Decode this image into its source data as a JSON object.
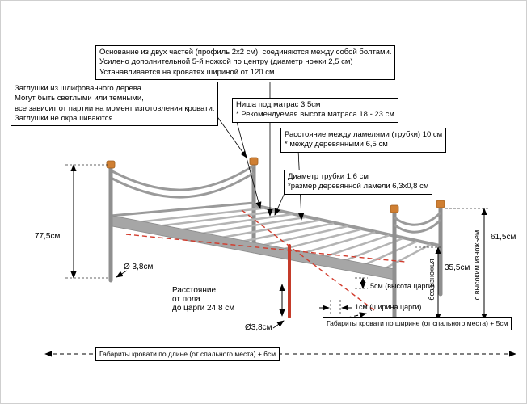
{
  "diagram": {
    "callouts": {
      "base": {
        "lines": [
          "Основание из двух частей (профиль 2x2 см), соединяются между собой болтами.",
          "Усилено дополнительной 5-й ножкой по центру (диаметр ножки 2,5 см)",
          "Устанавливается на кроватях шириной от 120 см."
        ]
      },
      "plugs": {
        "lines": [
          "Заглушки из шлифованного дерева.",
          "Могут быть светлыми или темными,",
          "все зависит от партии на момент изготовления кровати.",
          "Заглушки не окрашиваются."
        ]
      },
      "mattress_niche": {
        "lines": [
          "Ниша под матрас 3,5см",
          "* Рекомендуемая высота матраса 18 - 23 см"
        ]
      },
      "slat_spacing": {
        "lines": [
          "Расстояние между ламелями (трубки) 10 см",
          "* между деревянными 6,5 см"
        ]
      },
      "tube_diameter": {
        "lines": [
          "Диаметр трубки 1,6 см",
          "*размер деревянной ламели 6,3x0,8 см"
        ]
      },
      "overall_width": "Габариты кровати по ширине (от спального места) + 5см",
      "overall_length": "Габариты кровати по длине (от спального места) + 6см"
    },
    "dimensions": {
      "headboard_height": "77,5см",
      "headboard_leg_diameter": "Ø 3,8см",
      "floor_to_rail": {
        "lines": [
          "Расстояние",
          "от пола",
          "до царги 24,8 см"
        ]
      },
      "footboard_leg_diameter": "Ø3,8см",
      "rail_height": "5см (высота царги)",
      "rail_width": "1см (ширина царги)",
      "footboard_with_board": "61,5см",
      "footboard_with_board_label": "с высоким изножьем",
      "footboard_without_board": "35,5см",
      "footboard_without_board_label": "без изножья"
    },
    "colors": {
      "frame_gray": "#9a9a9a",
      "accent_red": "#d23b2c",
      "plug_wood": "#cf7f33"
    }
  }
}
